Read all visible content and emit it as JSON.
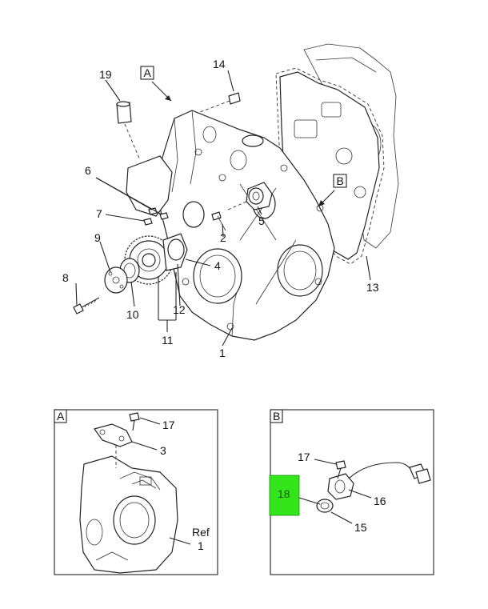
{
  "main_callouts": {
    "c1": "1",
    "c2": "2",
    "c4": "4",
    "c5": "5",
    "c6": "6",
    "c7": "7",
    "c8": "8",
    "c9": "9",
    "c10": "10",
    "c11": "11",
    "c12": "12",
    "c13": "13",
    "c14": "14",
    "c19": "19"
  },
  "view_flags": {
    "a": "A",
    "b": "B"
  },
  "detail_a": {
    "tag": "A",
    "c17": "17",
    "c3": "3",
    "ref_text": "Ref",
    "ref_num": "1"
  },
  "detail_b": {
    "tag": "B",
    "c17": "17",
    "c18": "18",
    "c16": "16",
    "c15": "15",
    "highlight_color": "#33e51a"
  }
}
